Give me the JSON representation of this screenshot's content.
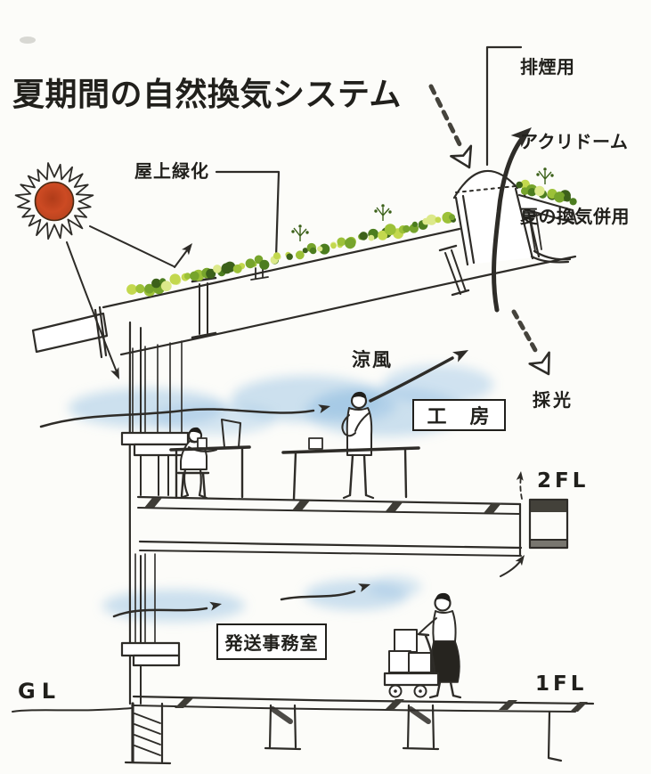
{
  "title": "夏期間の自然換気システム",
  "annotations": {
    "dome_note_line1": "排煙用",
    "dome_note_line2": "アクリドーム",
    "dome_note_line3": "夏の換気併用",
    "roof_greening": "屋上緑化",
    "cool_breeze": "涼風",
    "workshop": "工　房",
    "daylight": "採光",
    "second_floor": "2FL",
    "first_floor": "1FL",
    "ground_level": "GL",
    "shipping_office": "発送事務室"
  },
  "colors": {
    "paper": "#fcfcf9",
    "ink": "#2e2c28",
    "dash_ink": "#45433c",
    "sun_fill": "#cc4a23",
    "sun_core": "#b03c19",
    "foliage_palette": [
      "#c3d84e",
      "#9cc138",
      "#76a42c",
      "#4c7d1f",
      "#dce98a"
    ],
    "foliage_dark": "#3c611a",
    "cool_air_blue": "#9cc4e4",
    "box_border": "#21201c"
  }
}
